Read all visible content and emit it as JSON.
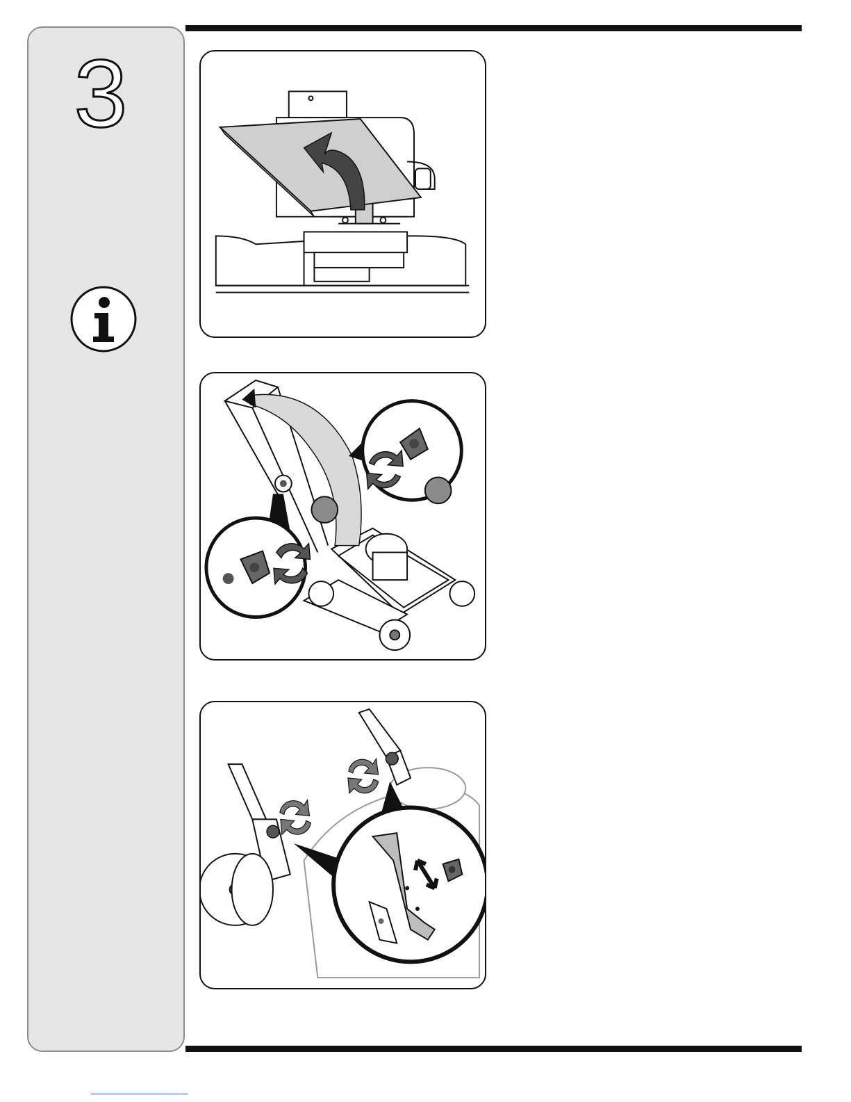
{
  "page": {
    "step_number": "3"
  },
  "icons": {
    "info": "info-icon",
    "rotate": "rotate-arrows-icon",
    "double_arrow": "double-arrow-icon"
  },
  "figures": [
    {
      "name": "chute-cover-lift-figure"
    },
    {
      "name": "handle-fold-up-figure"
    },
    {
      "name": "handle-height-adjust-figure"
    }
  ],
  "colors": {
    "sidebar_bg": "#e6e6e6",
    "rule": "#111111",
    "arrow_fill": "#d9d9d9"
  }
}
